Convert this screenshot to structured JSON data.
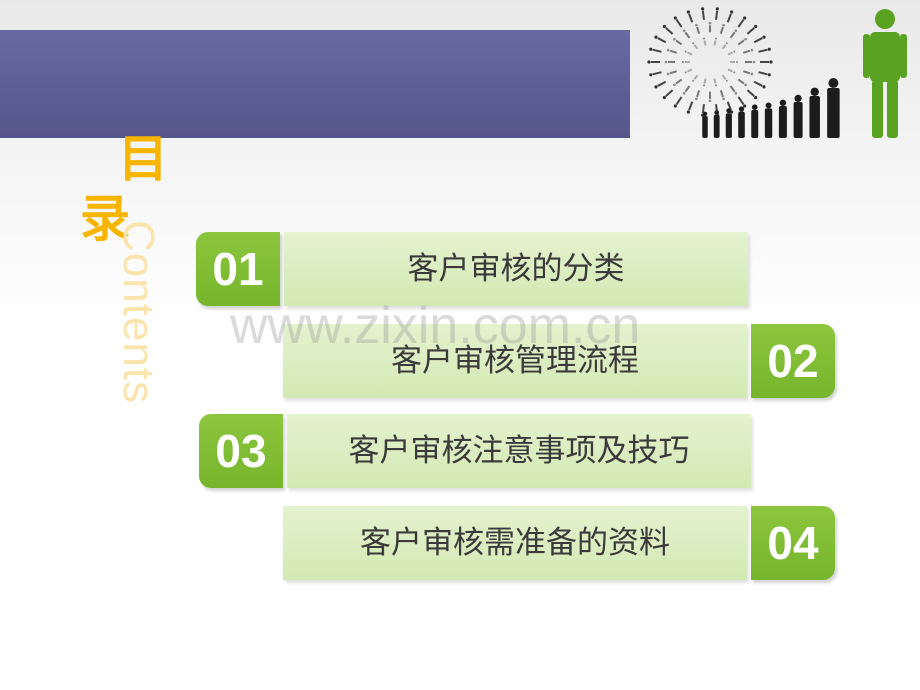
{
  "title": {
    "line1": "目",
    "line2": "录",
    "english": "Contents"
  },
  "watermark": "www.zixin.com.cn",
  "icons": {
    "header_graphic": "people-spiral-growth-graphic"
  },
  "colors": {
    "accent_green": "#7dbb33",
    "title_orange": "#f7b500",
    "band_purple": "#5f6098",
    "bar_light_green": "#dbeec1"
  },
  "items": [
    {
      "number": "01",
      "label": "客户审核的分类"
    },
    {
      "number": "02",
      "label": "客户审核管理流程"
    },
    {
      "number": "03",
      "label": "客户审核注意事项及技巧"
    },
    {
      "number": "04",
      "label": "客户审核需准备的资料"
    }
  ]
}
